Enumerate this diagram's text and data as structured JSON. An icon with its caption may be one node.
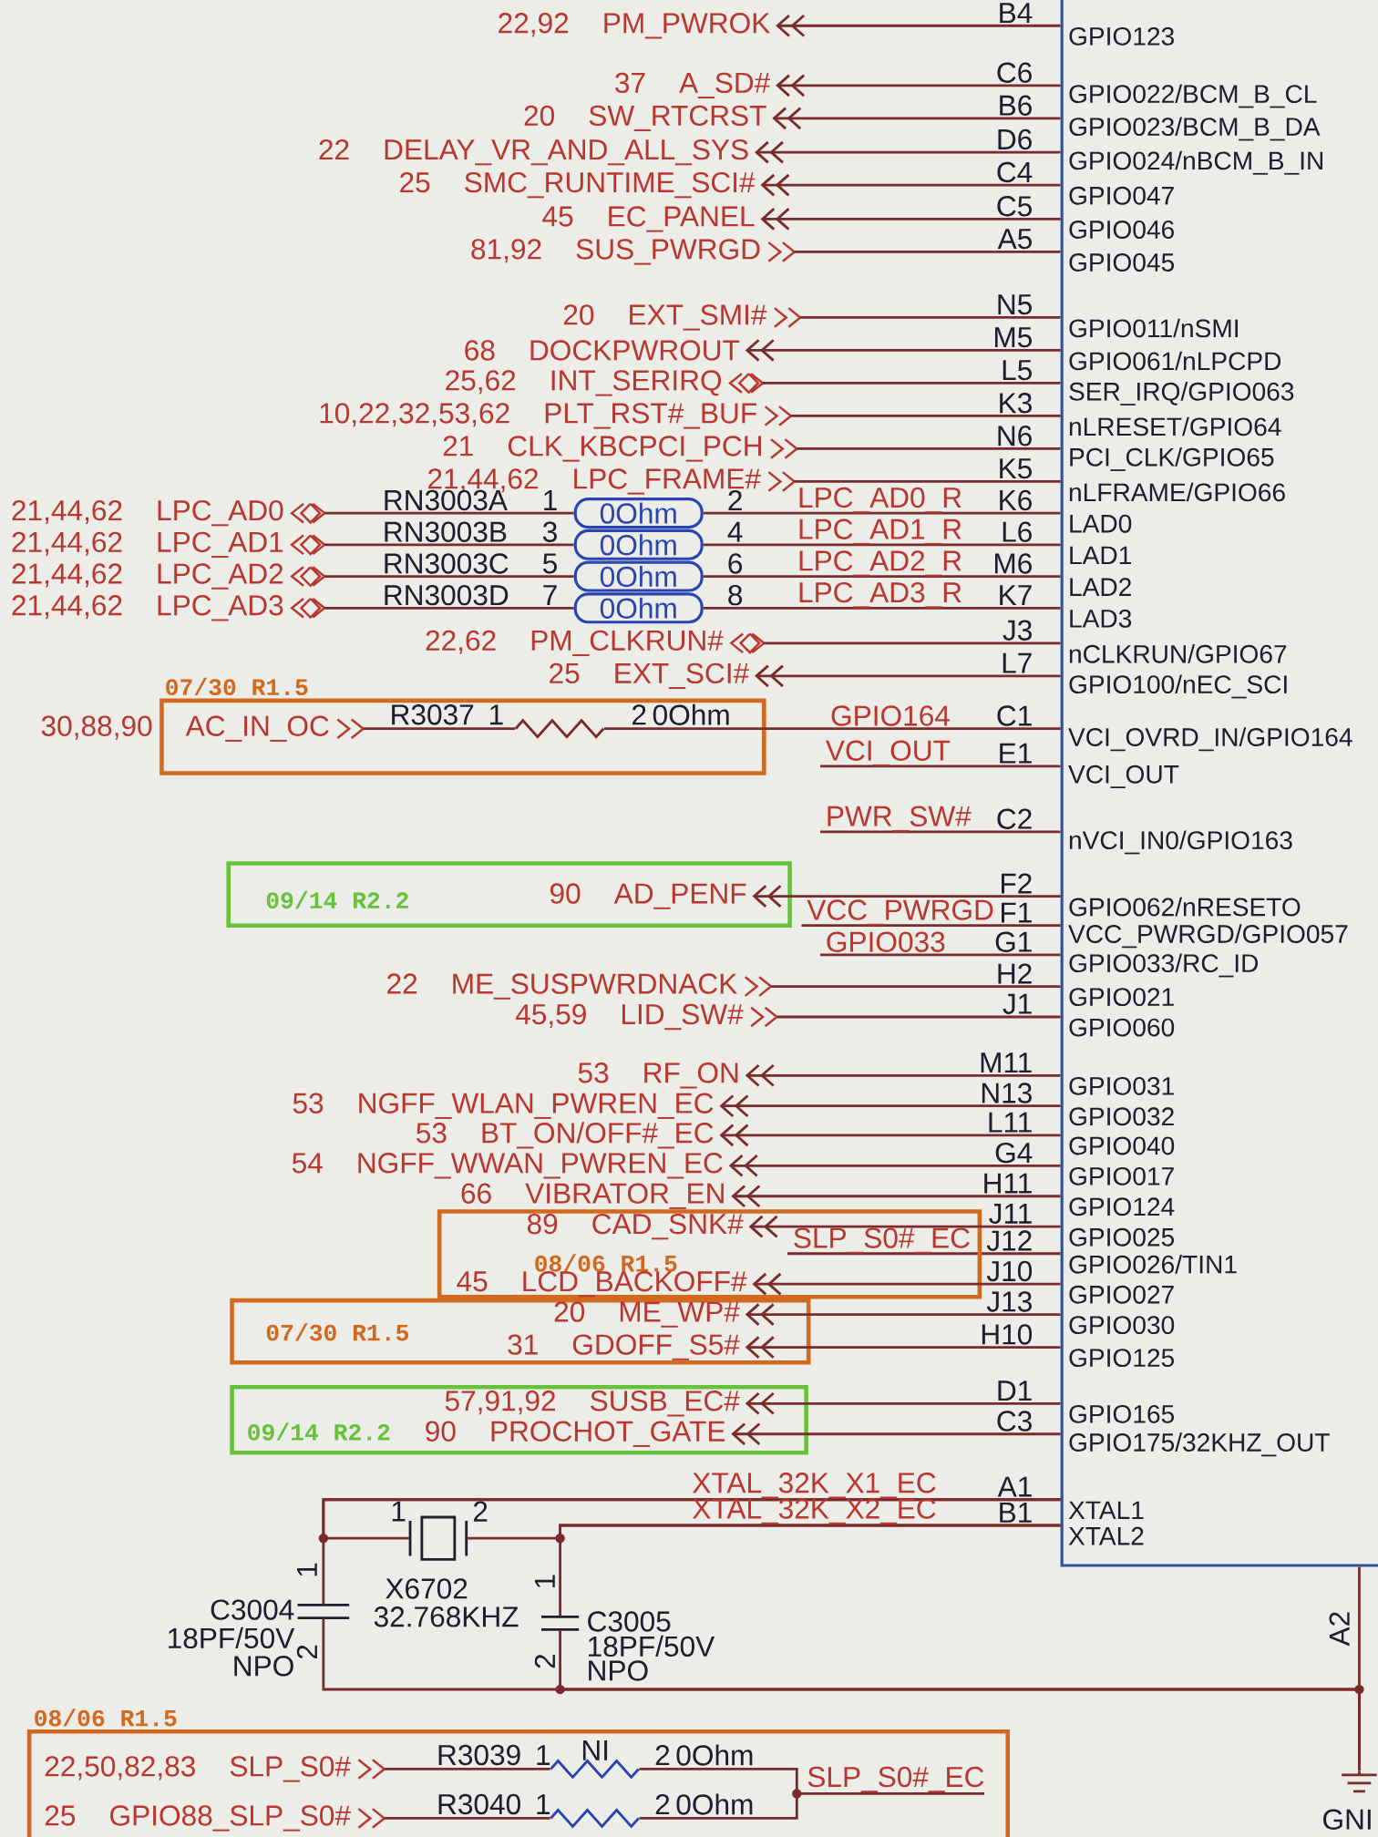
{
  "diagram": {
    "nodes": [
      {
        "text": [
          "GPIO123",
          "GPIO022/BCM_B_CL",
          "GPIO023/BCM_B_DA",
          "GPIO024/nBCM_B_IN",
          "GPIO047",
          "GPIO046",
          "GPIO045",
          "GPIO011/nSMI",
          "GPIO061/nLPCPD",
          "SER_IRQ/GPIO063",
          "nLRESET/GPIO64",
          "PCI_CLK/GPIO65",
          "nLFRAME/GPIO66",
          "LAD0",
          "LAD1",
          "LAD2",
          "LAD3",
          "nCLKRUN/GPIO67",
          "GPIO100/nEC_SCI",
          "VCI_OVRD_IN/GPIO164",
          "VCI_OUT",
          "nVCI_IN0/GPIO163",
          "GPIO062/nRESETO",
          "VCC_PWRGD/GPIO057",
          "GPIO033/RC_ID",
          "GPIO021",
          "GPIO060",
          "GPIO031",
          "GPIO032",
          "GPIO040",
          "GPIO017",
          "GPIO124",
          "GPIO025",
          "GPIO026/TIN1",
          "GPIO027",
          "GPIO030",
          "GPIO125",
          "GPIO165",
          "GPIO175/32KHZ_OUT",
          "XTAL1",
          "XTAL2"
        ]
      },
      {
        "text": [
          "22,92",
          "PM_PWROK"
        ]
      },
      {
        "text": [
          "37",
          "A_SD#"
        ]
      },
      {
        "text": [
          "20",
          "SW_RTCRST"
        ]
      },
      {
        "text": [
          "22",
          "DELAY_VR_AND_ALL_SYS"
        ]
      },
      {
        "text": [
          "25",
          "SMC_RUNTIME_SCI#"
        ]
      },
      {
        "text": [
          "45",
          "EC_PANEL"
        ]
      },
      {
        "text": [
          "81,92",
          "SUS_PWRGD"
        ]
      },
      {
        "text": [
          "20",
          "EXT_SMI#"
        ]
      },
      {
        "text": [
          "68",
          "DOCKPWROUT"
        ]
      },
      {
        "text": [
          "25,62",
          "INT_SERIRQ"
        ]
      },
      {
        "text": [
          "10,22,32,53,62",
          "PLT_RST#_BUF"
        ]
      },
      {
        "text": [
          "21",
          "CLK_KBCPCI_PCH"
        ]
      },
      {
        "text": [
          "21,44,62",
          "LPC_FRAME#"
        ]
      },
      {
        "text": [
          "21,44,62",
          "LPC_AD0"
        ]
      },
      {
        "text": [
          "0Ohm"
        ]
      },
      {
        "text": [
          "21,44,62",
          "LPC_AD1"
        ]
      },
      {
        "text": [
          "0Ohm"
        ]
      },
      {
        "text": [
          "21,44,62",
          "LPC_AD2"
        ]
      },
      {
        "text": [
          "0Ohm"
        ]
      },
      {
        "text": [
          "21,44,62",
          "LPC_AD3"
        ]
      },
      {
        "text": [
          "0Ohm"
        ]
      },
      {
        "text": [
          "22,62",
          "PM_CLKRUN#"
        ]
      },
      {
        "text": [
          "25",
          "EXT_SCI#"
        ]
      },
      {
        "text": [
          "30,88,90",
          "AC_IN_OC"
        ]
      },
      {
        "text": [],
        "shape": "resistor"
      },
      {
        "text": [
          "90",
          "AD_PENF"
        ]
      },
      {
        "text": [
          "22",
          "ME_SUSPWRDNACK"
        ]
      },
      {
        "text": [
          "45,59",
          "LID_SW#"
        ]
      },
      {
        "text": [
          "53",
          "RF_ON"
        ]
      },
      {
        "text": [
          "53",
          "NGFF_WLAN_PWREN_EC"
        ]
      },
      {
        "text": [
          "53",
          "BT_ON/OFF#_EC"
        ]
      },
      {
        "text": [
          "54",
          "NGFF_WWAN_PWREN_EC"
        ]
      },
      {
        "text": [
          "66",
          "VIBRATOR_EN"
        ]
      },
      {
        "text": [
          "89",
          "CAD_SNK#"
        ]
      },
      {
        "text": [
          "45",
          "LCD_BACKOFF#"
        ]
      },
      {
        "text": [
          "20",
          "ME_WP#"
        ]
      },
      {
        "text": [
          "31",
          "GDOFF_S5#"
        ]
      },
      {
        "text": [
          "57,91,92",
          "SUSB_EC#"
        ]
      },
      {
        "text": [
          "90",
          "PROCHOT_GATE"
        ]
      },
      {
        "text": [],
        "shape": "crystal",
        "beside": [
          "X6702",
          "32.768KHZ"
        ]
      },
      {
        "text": [],
        "shape": "capacitor",
        "beside": [
          "C3004",
          "18PF/50V",
          "NPO"
        ]
      },
      {
        "text": [],
        "shape": "capacitor",
        "beside": [
          "C3005",
          "18PF/50V",
          "NPO"
        ]
      },
      {
        "text": [],
        "shape": "ground",
        "beside": [
          "GNI"
        ]
      },
      {
        "text": [
          "22,50,82,83",
          "SLP_S0#"
        ]
      },
      {
        "text": [],
        "shape": "resistor"
      },
      {
        "text": [
          "25",
          "GPIO88_SLP_S0#"
        ]
      },
      {
        "text": [],
        "shape": "resistor"
      }
    ],
    "edges": [
      {
        "from": 0,
        "to": 1,
        "arrow": "to"
      },
      {
        "from": 0,
        "to": 2,
        "arrow": "to"
      },
      {
        "from": 0,
        "to": 3,
        "arrow": "to"
      },
      {
        "from": 0,
        "to": 4,
        "arrow": "to"
      },
      {
        "from": 0,
        "to": 5,
        "arrow": "to"
      },
      {
        "from": 0,
        "to": 6,
        "arrow": "to"
      },
      {
        "from": 7,
        "to": 0,
        "arrow": "none"
      },
      {
        "from": 8,
        "to": 0,
        "arrow": "none"
      },
      {
        "from": 0,
        "to": 9,
        "arrow": "to"
      },
      {
        "from": 10,
        "to": 0,
        "arrow": "none"
      },
      {
        "from": 11,
        "to": 0,
        "arrow": "none"
      },
      {
        "from": 12,
        "to": 0,
        "arrow": "none"
      },
      {
        "from": 13,
        "to": 0,
        "arrow": "none"
      },
      {
        "from": 14,
        "to": 15,
        "arrow": "none"
      },
      {
        "from": 15,
        "to": 0,
        "arrow": "none",
        "label": "LPC_AD0_R"
      },
      {
        "from": 16,
        "to": 17,
        "arrow": "none"
      },
      {
        "from": 17,
        "to": 0,
        "arrow": "none",
        "label": "LPC_AD1_R"
      },
      {
        "from": 18,
        "to": 19,
        "arrow": "none"
      },
      {
        "from": 19,
        "to": 0,
        "arrow": "none",
        "label": "LPC_AD2_R"
      },
      {
        "from": 20,
        "to": 21,
        "arrow": "none"
      },
      {
        "from": 21,
        "to": 0,
        "arrow": "none",
        "label": "LPC_AD3_R"
      },
      {
        "from": 22,
        "to": 0,
        "arrow": "none"
      },
      {
        "from": 0,
        "to": 23,
        "arrow": "to"
      },
      {
        "from": 24,
        "to": 25,
        "arrow": "none"
      },
      {
        "from": 25,
        "to": 0,
        "arrow": "none",
        "label": "GPIO164"
      },
      {
        "from": 0,
        "to": 26,
        "arrow": "to"
      },
      {
        "from": 27,
        "to": 0,
        "arrow": "none"
      },
      {
        "from": 28,
        "to": 0,
        "arrow": "none"
      },
      {
        "from": 0,
        "to": 29,
        "arrow": "to"
      },
      {
        "from": 0,
        "to": 30,
        "arrow": "to"
      },
      {
        "from": 0,
        "to": 31,
        "arrow": "to"
      },
      {
        "from": 0,
        "to": 32,
        "arrow": "to"
      },
      {
        "from": 0,
        "to": 33,
        "arrow": "to"
      },
      {
        "from": 0,
        "to": 34,
        "arrow": "to"
      },
      {
        "from": 0,
        "to": 35,
        "arrow": "to"
      },
      {
        "from": 0,
        "to": 36,
        "arrow": "to"
      },
      {
        "from": 0,
        "to": 37,
        "arrow": "to"
      },
      {
        "from": 0,
        "to": 38,
        "arrow": "to"
      },
      {
        "from": 0,
        "to": 39,
        "arrow": "to"
      },
      {
        "from": 0,
        "to": 40,
        "arrow": "none",
        "label": "XTAL_32K_X1_EC"
      },
      {
        "from": 0,
        "to": 41,
        "arrow": "none"
      },
      {
        "from": 0,
        "to": 40,
        "arrow": "none",
        "label": "XTAL_32K_X2_EC"
      },
      {
        "from": 0,
        "to": 42,
        "arrow": "none"
      },
      {
        "from": 41,
        "to": 43,
        "arrow": "none"
      },
      {
        "from": 42,
        "to": 43,
        "arrow": "none"
      },
      {
        "from": 0,
        "to": 43,
        "arrow": "none"
      },
      {
        "from": 44,
        "to": 45,
        "arrow": "none"
      },
      {
        "from": 46,
        "to": 47,
        "arrow": "none"
      },
      {
        "from": 45,
        "to": 47,
        "arrow": "none"
      }
    ],
    "labels": [
      "B4",
      "C6",
      "B6",
      "D6",
      "C4",
      "C5",
      "A5",
      "N5",
      "M5",
      "L5",
      "K3",
      "N6",
      "K5",
      "RN3003A",
      "1",
      "2",
      "K6",
      "RN3003B",
      "3",
      "4",
      "L6",
      "RN3003C",
      "5",
      "6",
      "M6",
      "RN3003D",
      "7",
      "8",
      "K7",
      "J3",
      "L7",
      "R3037",
      "1",
      "2",
      "0Ohm",
      "C1",
      "VCI_OUT",
      "E1",
      "PWR_SW#",
      "C2",
      "F2",
      "VCC_PWRGD",
      "F1",
      "GPIO033",
      "G1",
      "H2",
      "J1",
      "M11",
      "N13",
      "L11",
      "G4",
      "H11",
      "J11",
      "SLP_S0#_EC",
      "J12",
      "J10",
      "J13",
      "H10",
      "D1",
      "C3",
      "A1",
      "1",
      "2",
      "B1",
      "1",
      "1",
      "A2",
      "2",
      "2",
      "R3039",
      "1",
      "NI",
      "2",
      "0Ohm",
      "SLP_S0#_EC",
      "R3040",
      "1",
      "2",
      "0Ohm",
      "07/30 R1.5",
      "09/14 R2.2",
      "08/06 R1.5",
      "07/30 R1.5",
      "09/14 R2.2",
      "08/06 R1.5"
    ]
  }
}
